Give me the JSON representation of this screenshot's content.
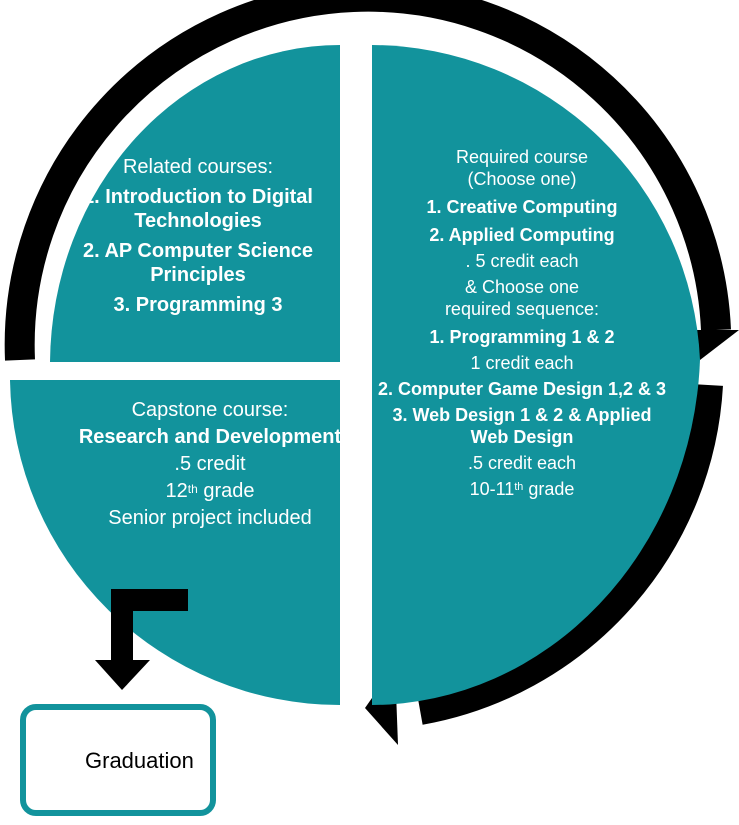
{
  "colors": {
    "teal": "#12939c",
    "arrow": "#000000",
    "text": "#ffffff"
  },
  "related": {
    "heading": "Related courses:",
    "items": [
      "1. Introduction to Digital Technologies",
      "2. AP Computer Science Principles",
      "3. Programming 3"
    ]
  },
  "required": {
    "heading_1": "Required course",
    "heading_2": "(Choose one)",
    "course_1": "1. Creative Computing",
    "course_2": "2. Applied Computing",
    "course_credit": ". 5 credit each",
    "sequence_heading_1": "& Choose one",
    "sequence_heading_2": "required sequence:",
    "seq_1": "1. Programming 1 & 2",
    "seq_1_credit": "1 credit each",
    "seq_2": "2. Computer Game Design 1,2 & 3",
    "seq_3": "3. Web Design 1 & 2 & Applied Web Design",
    "seq_credit": ".5 credit each",
    "grade_base": "10-11",
    "grade_sup": "th",
    "grade_suffix": " grade"
  },
  "capstone": {
    "heading": "Capstone course:",
    "course": "Research and Development",
    "credit": ".5 credit",
    "grade_base": "12",
    "grade_sup": "th",
    "grade_suffix": " grade",
    "note": "Senior project included"
  },
  "graduation": {
    "label": "Graduation",
    "icon": "graduation-cap-icon"
  }
}
